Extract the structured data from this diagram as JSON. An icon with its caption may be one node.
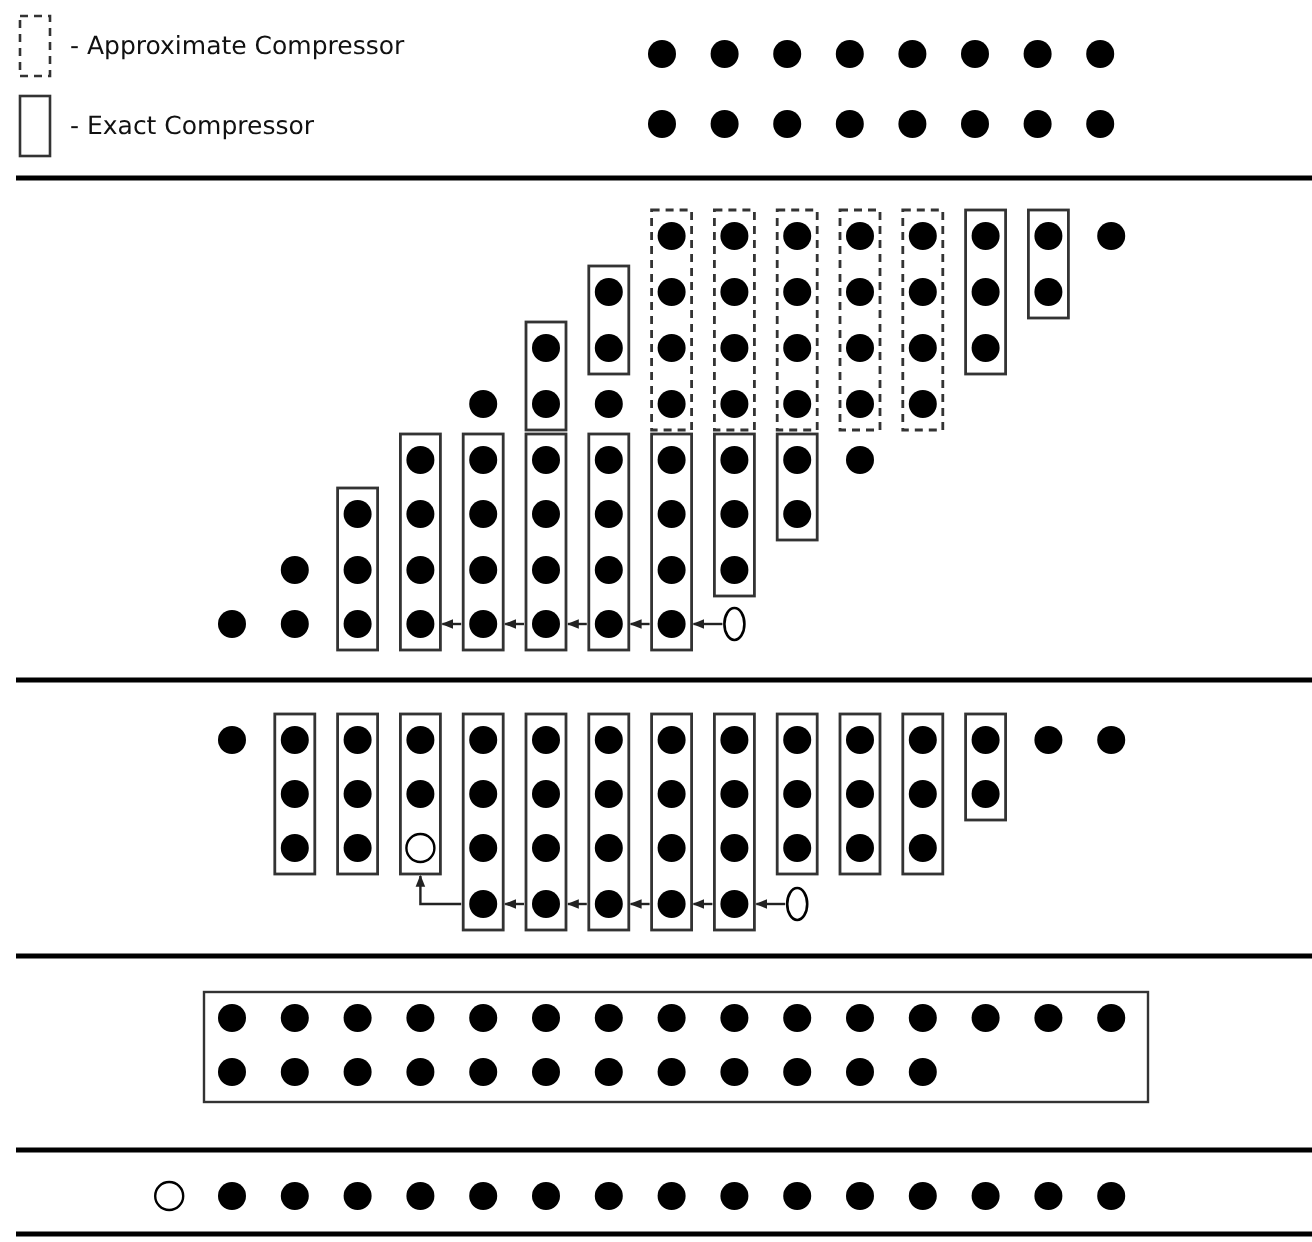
{
  "diagram": {
    "nodes": [
      {
        "text": [],
        "shape": "box"
      },
      {
        "text": [],
        "shape": "box"
      },
      {
        "text": [],
        "shape": "box"
      },
      {
        "text": [],
        "shape": "box"
      },
      {
        "text": [],
        "shape": "box"
      },
      {
        "text": [],
        "shape": "circle"
      },
      {
        "text": [],
        "shape": "box"
      },
      {
        "text": [],
        "shape": "box"
      },
      {
        "text": [],
        "shape": "box"
      },
      {
        "text": [],
        "shape": "box"
      },
      {
        "text": [],
        "shape": "box"
      },
      {
        "text": [],
        "shape": "box"
      },
      {
        "text": [],
        "shape": "circle"
      }
    ],
    "edges": [
      {
        "from": 5,
        "to": 4,
        "arrow": "to"
      },
      {
        "from": 4,
        "to": 3,
        "arrow": "to"
      },
      {
        "from": 3,
        "to": 2,
        "arrow": "to"
      },
      {
        "from": 2,
        "to": 1,
        "arrow": "to"
      },
      {
        "from": 1,
        "to": 0,
        "arrow": "to"
      },
      {
        "from": 12,
        "to": 11,
        "arrow": "to"
      },
      {
        "from": 11,
        "to": 10,
        "arrow": "to"
      },
      {
        "from": 10,
        "to": 9,
        "arrow": "to"
      },
      {
        "from": 9,
        "to": 8,
        "arrow": "to"
      },
      {
        "from": 8,
        "to": 7,
        "arrow": "to"
      },
      {
        "from": 7,
        "to": 6,
        "arrow": "to"
      }
    ],
    "legend": [
      {
        "text": "- Approximate Compressor"
      },
      {
        "text": "- Exact Compressor"
      }
    ]
  }
}
